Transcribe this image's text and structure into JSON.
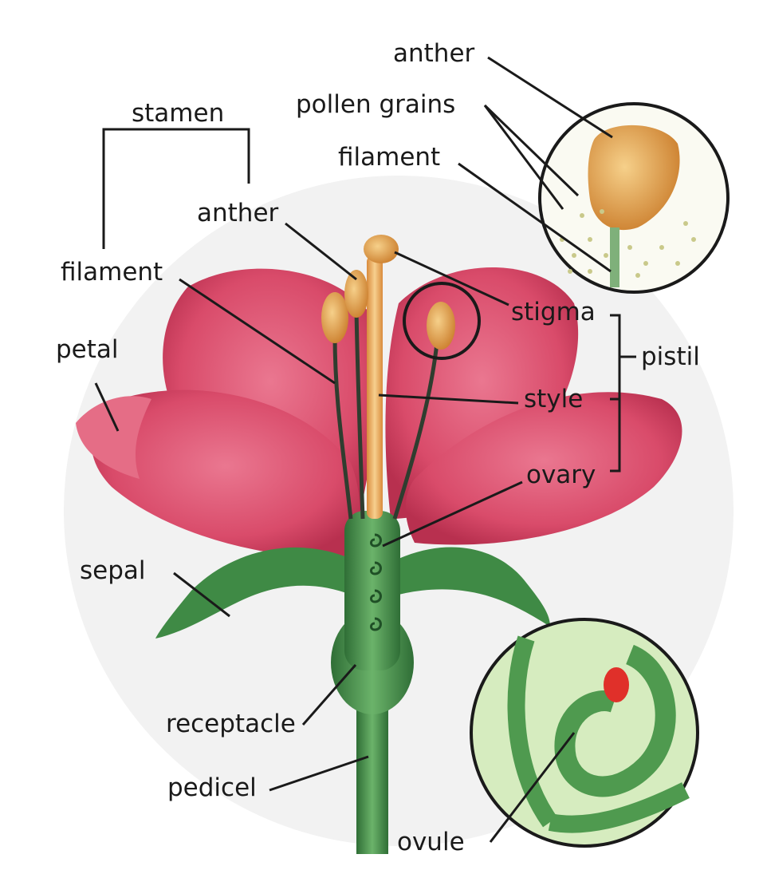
{
  "labels": {
    "anther_inset": "anther",
    "pollen_grains": "pollen grains",
    "filament_inset": "filament",
    "stamen": "stamen",
    "anther": "anther",
    "filament": "filament",
    "stigma": "stigma",
    "petal": "petal",
    "pistil": "pistil",
    "style": "style",
    "ovary": "ovary",
    "sepal": "sepal",
    "receptacle": "receptacle",
    "pedicel": "pedicel",
    "ovule": "ovule"
  },
  "colors": {
    "petal": "#d94b6a",
    "petal_dark": "#b8304f",
    "green": "#4f9a4f",
    "green_dark": "#2f6e36",
    "anther": "#e8a23c",
    "style": "#f0b56a",
    "ovule_seed": "#e0302a",
    "inset_bg": "#d6ecbf",
    "leader": "#1a1a1a"
  }
}
